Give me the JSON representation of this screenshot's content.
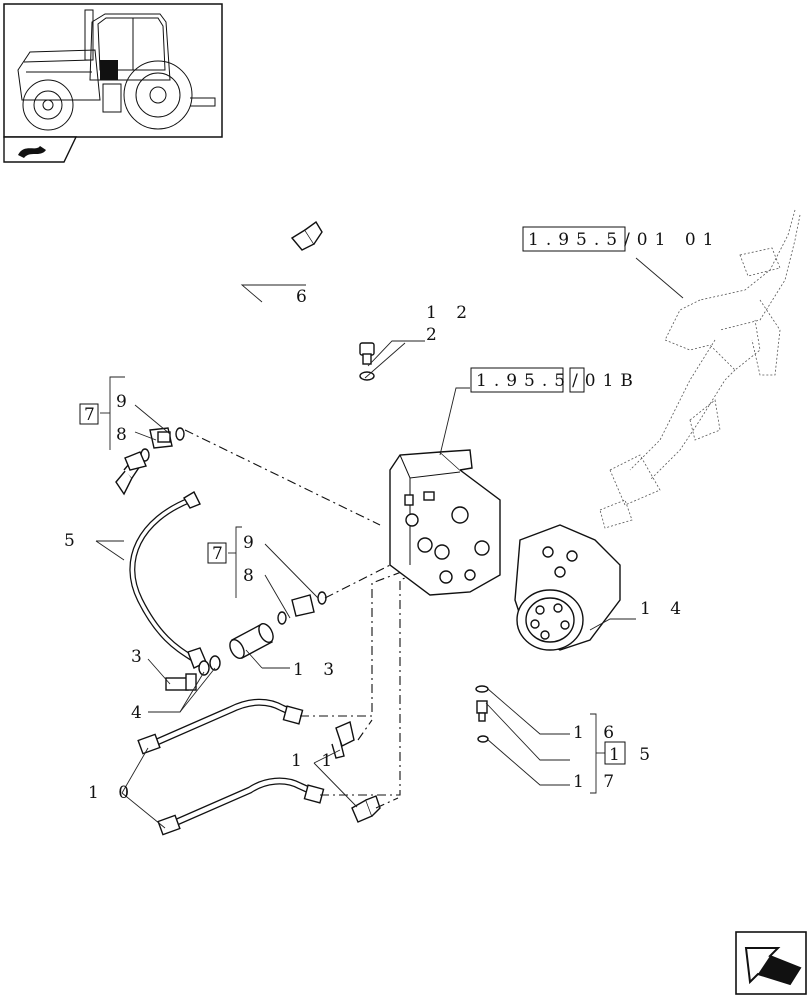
{
  "diagram": {
    "refs": {
      "steering_column": "1.95.5/01 01",
      "valve": "1.95.5/01B"
    },
    "callouts": {
      "c1": "1 2",
      "c2": "2",
      "c3": "6",
      "c4": "5",
      "c5": "3",
      "c6": "4",
      "c7": "1 3",
      "c8": "1 0",
      "c9": "1 1",
      "c10": "1 4",
      "c11": "1 6",
      "c12": "1 5",
      "c13": "1 7",
      "g1_box": "7",
      "g1_a": "9",
      "g1_b": "8",
      "g2_box": "7",
      "g2_a": "9",
      "g2_b": "8"
    }
  },
  "icons": {
    "thumbnail": "tractor-thumbnail-icon",
    "section": "section-marker-icon",
    "navigation": "next-page-arrow-icon"
  }
}
